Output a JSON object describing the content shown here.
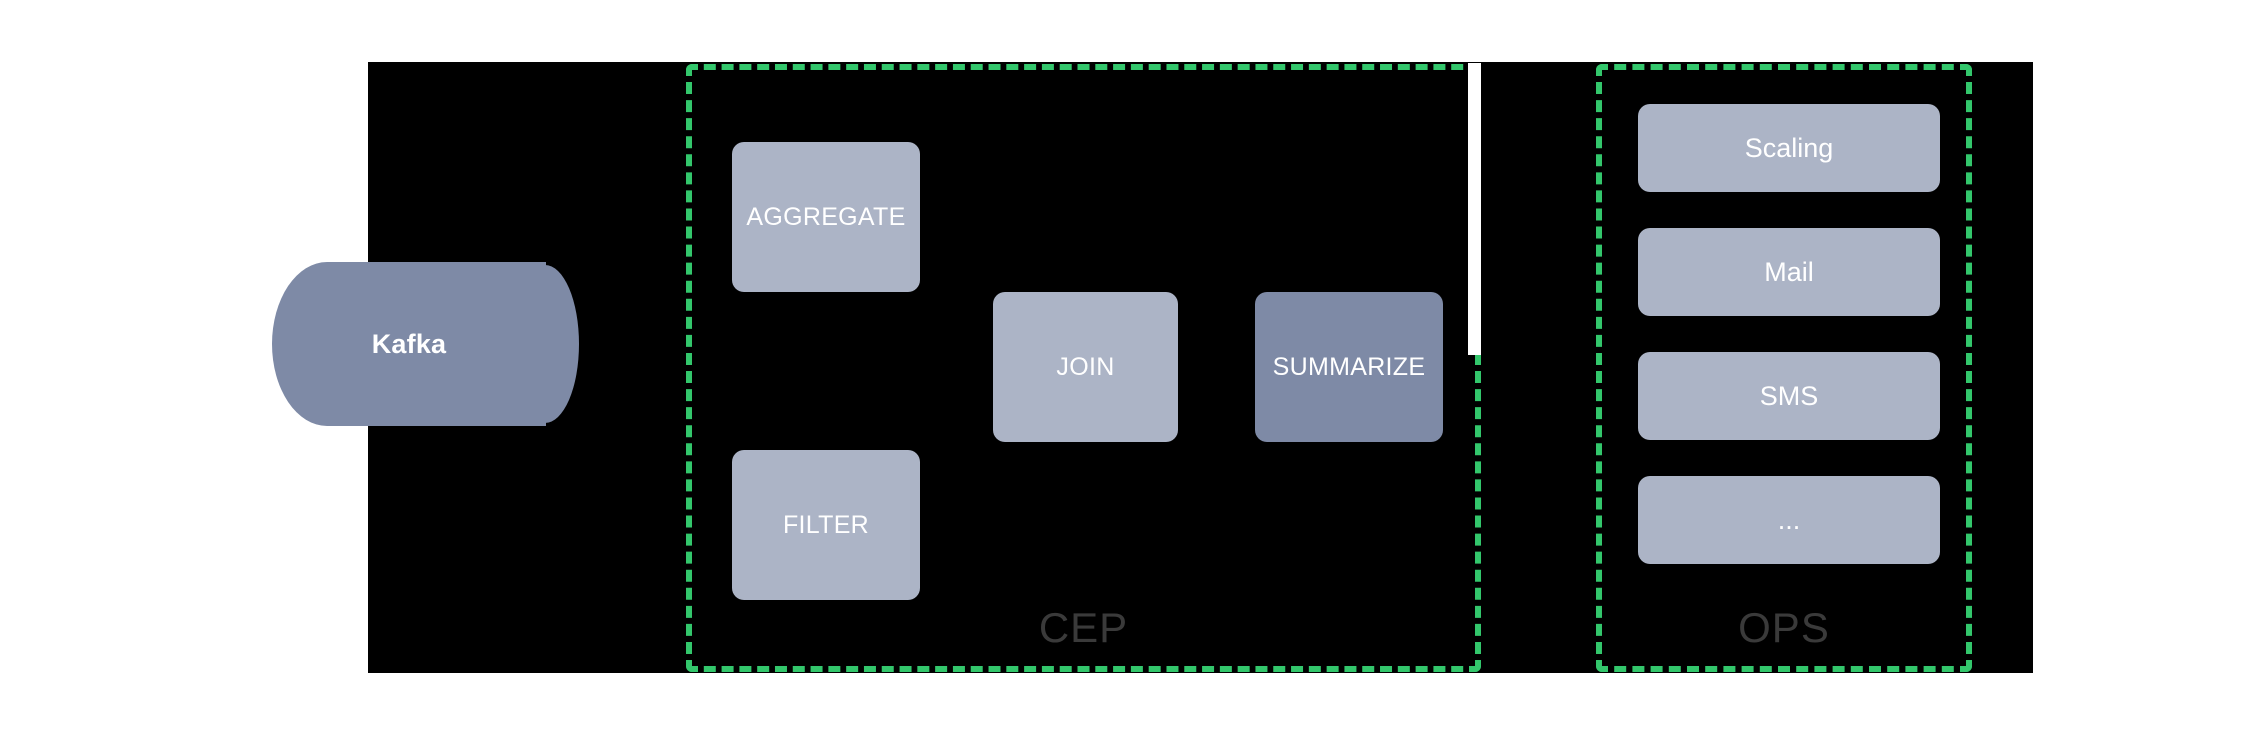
{
  "diagram": {
    "background_color": "#ffffff",
    "panel_color": "#000000",
    "accent_dashed_color": "#33c76c",
    "node_light_color": "#acb4c6",
    "node_dark_color": "#7e8aa6",
    "group_label_color": "#3a3a3a"
  },
  "source": {
    "label": "Kafka",
    "shape": "cylinder"
  },
  "groups": [
    {
      "id": "cep",
      "label": "CEP",
      "nodes": [
        {
          "label": "AGGREGATE",
          "tone": "light"
        },
        {
          "label": "FILTER",
          "tone": "light"
        },
        {
          "label": "JOIN",
          "tone": "light"
        },
        {
          "label": "SUMMARIZE",
          "tone": "dark"
        }
      ]
    },
    {
      "id": "ops",
      "label": "OPS",
      "nodes": [
        {
          "label": "Scaling",
          "tone": "light"
        },
        {
          "label": "Mail",
          "tone": "light"
        },
        {
          "label": "SMS",
          "tone": "light"
        },
        {
          "label": "...",
          "tone": "light"
        }
      ]
    }
  ]
}
